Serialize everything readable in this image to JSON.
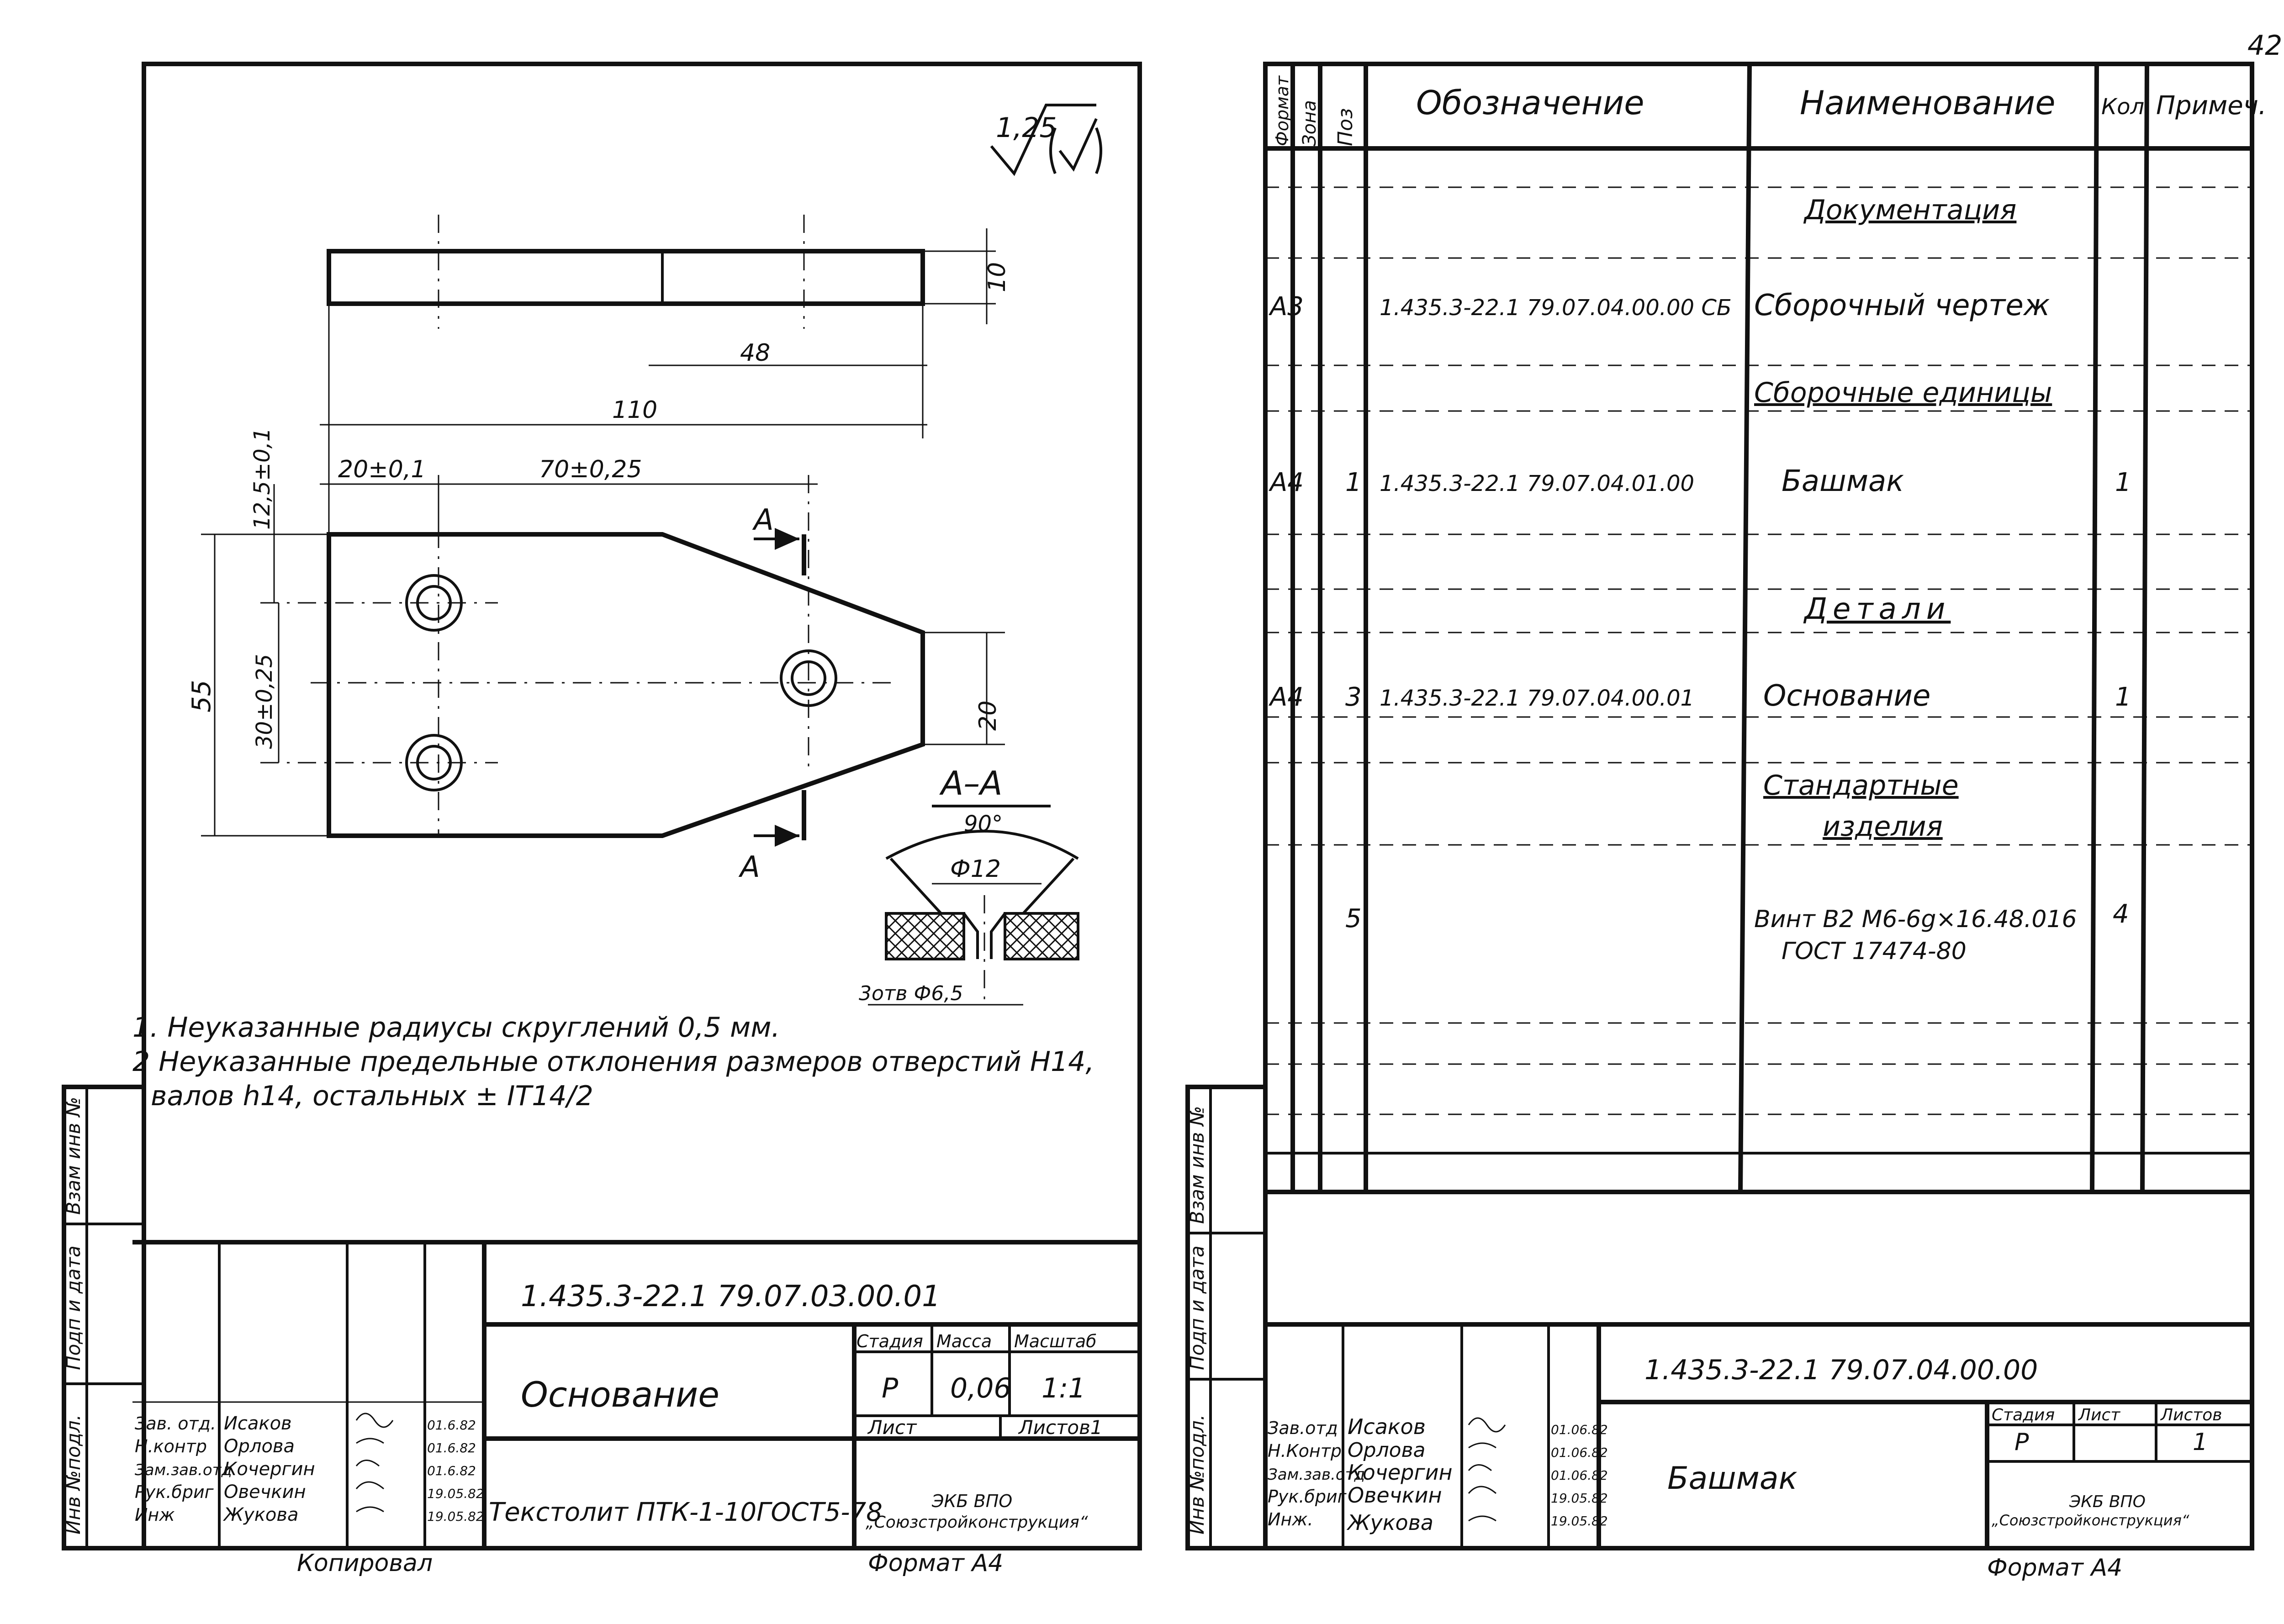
{
  "page": {
    "corner_number": "42"
  },
  "left_sheet": {
    "roughness": {
      "value": "1,25"
    },
    "dimensions": {
      "d_10": "10",
      "d_48": "48",
      "d_110": "110",
      "d_12_5": "12,5±0,1",
      "d_20": "20±0,1",
      "d_70": "70±0,25",
      "d_55": "55",
      "d_30": "30±0,25",
      "d_20b": "20"
    },
    "section": {
      "title": "А–А",
      "angle": "90°",
      "hole": "Ф12",
      "hole_note": "3отв Ф6,5",
      "cut_mark": "А"
    },
    "notes": [
      "1. Неуказанные радиусы скруглений   0,5 мм.",
      "2 Неуказанные предельные отклонения размеров отверстий Н14,",
      "валов h14, остальных ± IT14/2"
    ],
    "side_column": [
      "Инв №подл.",
      "Подп и дата",
      "Взам инв №"
    ],
    "title_block": {
      "designation": "1.435.3-22.1  79.07.03.00.01",
      "name": "Основание",
      "material": "Текстолит ПТК-1-10ГОСТ5-78",
      "headers": [
        "Стадия",
        "Масса",
        "Масштаб"
      ],
      "values": [
        "Р",
        "0,06",
        "1:1"
      ],
      "sheet_label": "Лист",
      "sheets_label": "Листов1",
      "org": [
        "ЭКБ ВПО",
        "„Союзстройконструкция“"
      ],
      "roles": [
        "Зав. отд.",
        "Н.контр",
        "Зам.зав.отд",
        "Рук.бриг",
        "Инж"
      ],
      "names": [
        "Исаков",
        "Орлова",
        "Кочергин",
        "Овечкин",
        "Жукова"
      ],
      "dates": [
        "01.6.82",
        "01.6.82",
        "01.6.82",
        "19.05.82",
        "19.05.82"
      ],
      "copied": "Копировал",
      "format": "Формат А4"
    }
  },
  "right_sheet": {
    "side_column": [
      "Инв №подл.",
      "Подп и дата",
      "Взам инв №"
    ],
    "table": {
      "headers": [
        "Формат",
        "Зона",
        "Поз",
        "Обозначение",
        "Наименование",
        "Кол.",
        "Примеч."
      ],
      "sections": [
        {
          "title": "Документация"
        },
        {
          "format": "А3",
          "designation": "1.435.3-22.1 79.07.04.00.00 СБ",
          "name": "Сборочный чертеж"
        },
        {
          "title": "Сборочные единицы"
        },
        {
          "format": "А4",
          "pos": "1",
          "designation": "1.435.3-22.1 79.07.04.01.00",
          "name": "Башмак",
          "qty": "1"
        },
        {
          "title": "Детали"
        },
        {
          "format": "А4",
          "pos": "3",
          "designation": "1.435.3-22.1 79.07.04.00.01",
          "name": "Основание",
          "qty": "1"
        },
        {
          "title": "Стандартные"
        },
        {
          "title": "изделия"
        },
        {
          "pos": "5",
          "name": "Винт В2 М6-6g×16.48.016",
          "qty": "4"
        },
        {
          "name": "ГОСТ 17474-80"
        }
      ]
    },
    "title_block": {
      "designation": "1.435.3-22.1  79.07.04.00.00",
      "name": "Башмак",
      "headers": [
        "Стадия",
        "Лист",
        "Листов"
      ],
      "values": [
        "Р",
        "",
        "1"
      ],
      "org": [
        "ЭКБ ВПО",
        "„Союзстройконструкция“"
      ],
      "roles": [
        "Зав.отд",
        "Н.Контр",
        "Зам.зав.отд",
        "Рук.бриг",
        "Инж."
      ],
      "names": [
        "Исаков",
        "Орлова",
        "Кочергин",
        "Овечкин",
        "Жукова"
      ],
      "dates": [
        "01.06.82",
        "01.06.82",
        "01.06.82",
        "19.05.82",
        "19.05.82"
      ],
      "format": "Формат А4"
    }
  }
}
